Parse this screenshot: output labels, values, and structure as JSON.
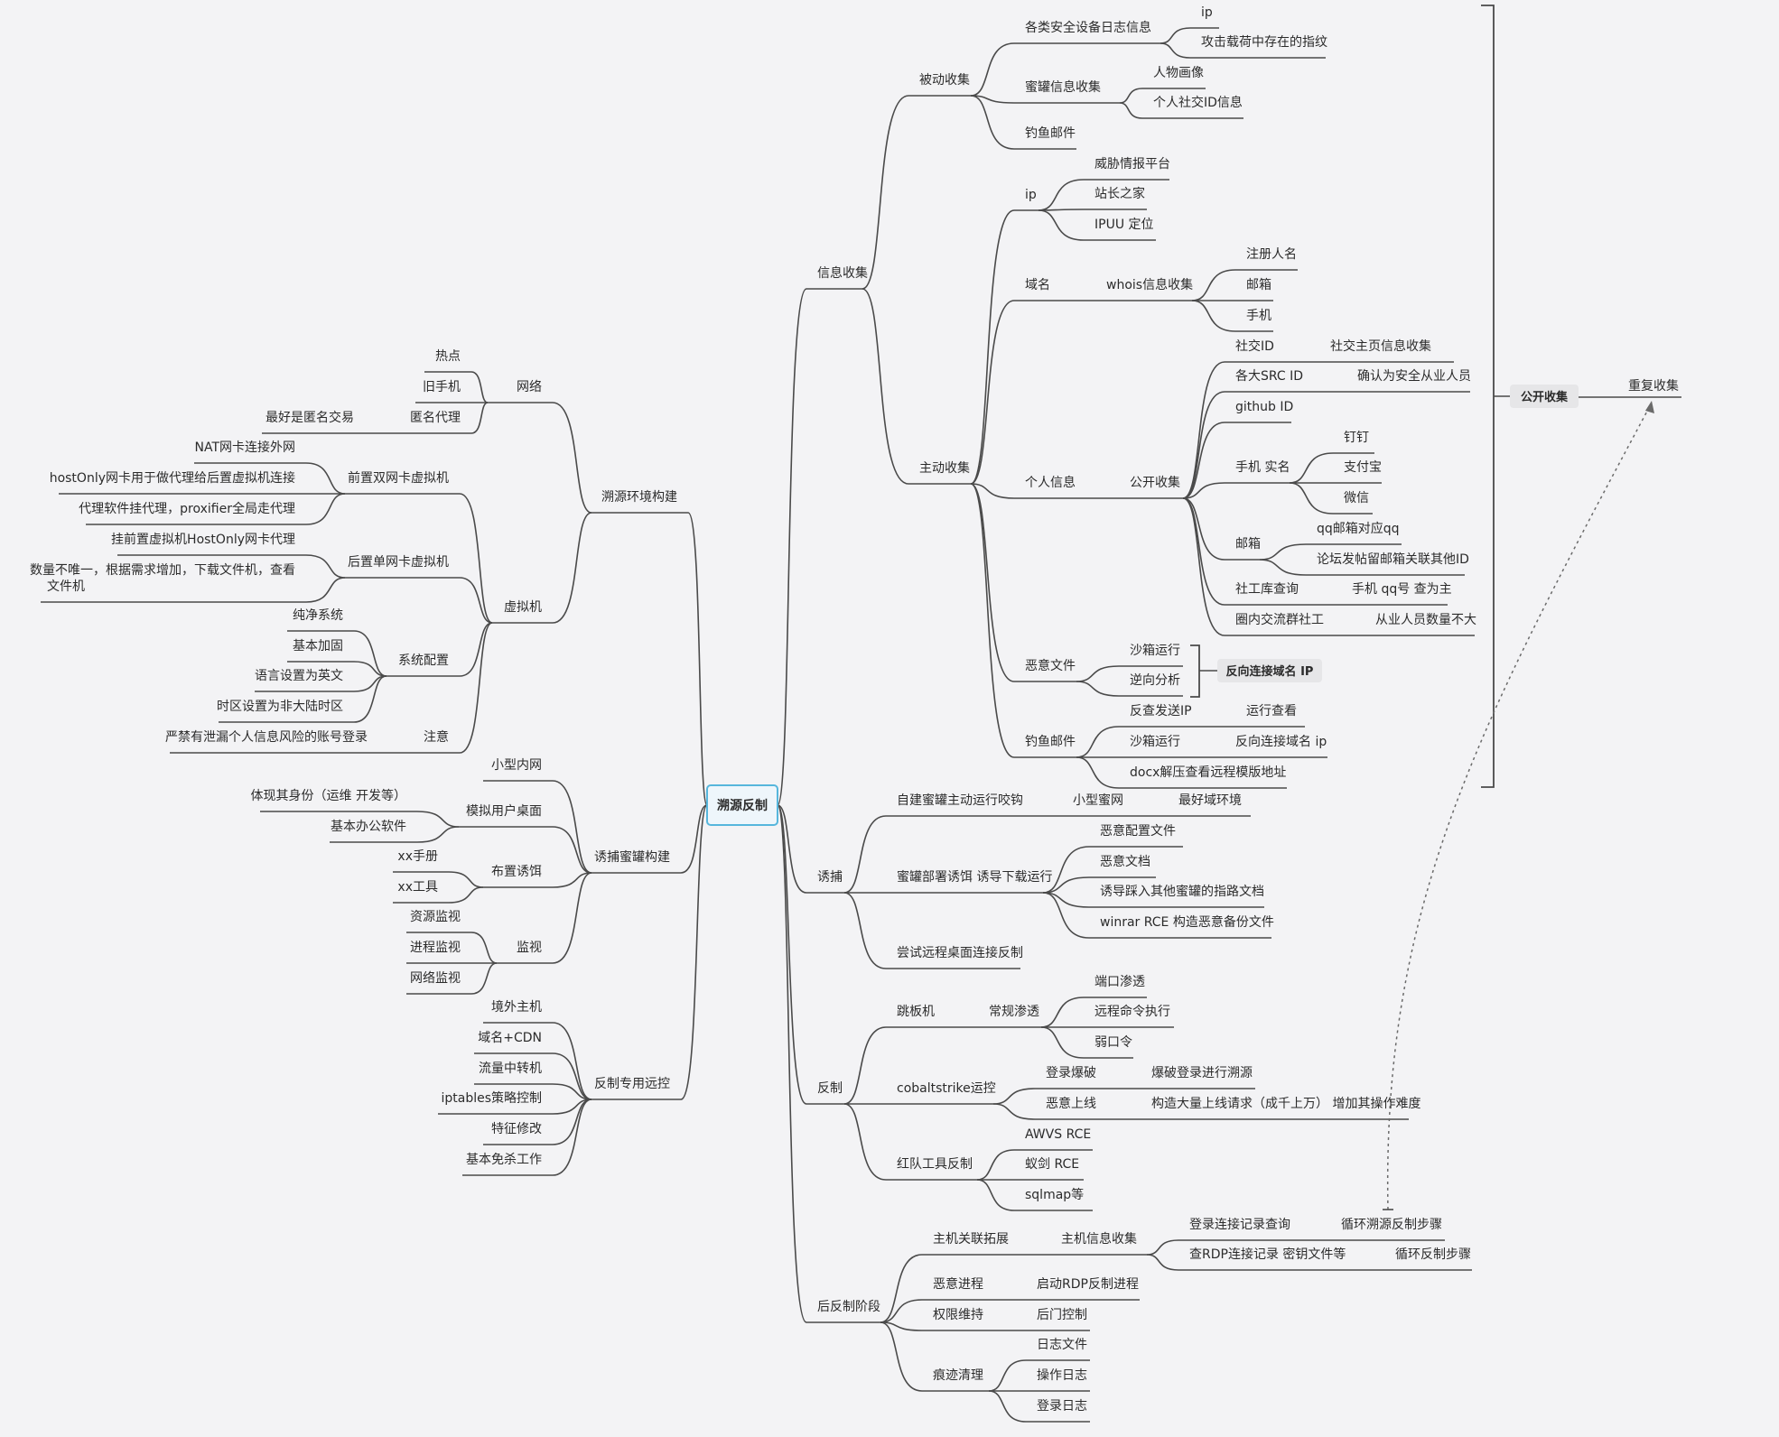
{
  "root": "溯源反制",
  "right": [
    {
      "label": "信息收集",
      "children": [
        {
          "label": "被动收集",
          "children": [
            {
              "label": "各类安全设备日志信息",
              "children": [
                {
                  "label": "ip"
                },
                {
                  "label": "攻击载荷中存在的指纹"
                }
              ]
            },
            {
              "label": "蜜罐信息收集",
              "children": [
                {
                  "label": "人物画像"
                },
                {
                  "label": "个人社交ID信息"
                }
              ]
            },
            {
              "label": "钓鱼邮件"
            }
          ]
        },
        {
          "label": "主动收集",
          "children": [
            {
              "label": "ip",
              "children": [
                {
                  "label": "威胁情报平台"
                },
                {
                  "label": "站长之家"
                },
                {
                  "label": "IPUU 定位"
                }
              ]
            },
            {
              "label": "域名",
              "children": [
                {
                  "label": "whois信息收集",
                  "children": [
                    {
                      "label": "注册人名"
                    },
                    {
                      "label": "邮箱"
                    },
                    {
                      "label": "手机"
                    }
                  ]
                }
              ]
            },
            {
              "label": "个人信息",
              "children": [
                {
                  "label": "公开收集",
                  "children": [
                    {
                      "label": "社交ID",
                      "children": [
                        {
                          "label": "社交主页信息收集"
                        }
                      ]
                    },
                    {
                      "label": "各大SRC ID",
                      "children": [
                        {
                          "label": "确认为安全从业人员"
                        }
                      ]
                    },
                    {
                      "label": "github ID"
                    },
                    {
                      "label": "手机 实名",
                      "children": [
                        {
                          "label": "钉钉"
                        },
                        {
                          "label": "支付宝"
                        },
                        {
                          "label": "微信"
                        }
                      ]
                    },
                    {
                      "label": "邮箱",
                      "children": [
                        {
                          "label": "qq邮箱对应qq"
                        },
                        {
                          "label": "论坛发帖留邮箱关联其他ID"
                        }
                      ]
                    },
                    {
                      "label": "社工库查询",
                      "children": [
                        {
                          "label": "手机 qq号 查为主"
                        }
                      ]
                    },
                    {
                      "label": "圈内交流群社工",
                      "children": [
                        {
                          "label": "从业人员数量不大"
                        }
                      ]
                    }
                  ]
                }
              ]
            },
            {
              "label": "恶意文件",
              "children": [
                {
                  "label": "沙箱运行"
                },
                {
                  "label": "逆向分析"
                }
              ]
            },
            {
              "label": "钓鱼邮件",
              "children": [
                {
                  "label": "反查发送IP",
                  "children": [
                    {
                      "label": "运行查看"
                    }
                  ]
                },
                {
                  "label": "沙箱运行",
                  "children": [
                    {
                      "label": "反向连接域名 ip"
                    }
                  ]
                },
                {
                  "label": "docx解压查看远程模版地址"
                }
              ]
            }
          ]
        }
      ]
    },
    {
      "label": "诱捕",
      "children": [
        {
          "label": "自建蜜罐主动运行咬钩",
          "children": [
            {
              "label": "小型蜜网",
              "children": [
                {
                  "label": "最好域环境"
                }
              ]
            }
          ]
        },
        {
          "label": "蜜罐部署诱饵 诱导下载运行",
          "children": [
            {
              "label": "恶意配置文件"
            },
            {
              "label": "恶意文档"
            },
            {
              "label": "诱导踩入其他蜜罐的指路文档"
            },
            {
              "label": "winrar RCE 构造恶意备份文件"
            }
          ]
        },
        {
          "label": "尝试远程桌面连接反制"
        }
      ]
    },
    {
      "label": "反制",
      "children": [
        {
          "label": "跳板机",
          "children": [
            {
              "label": "常规渗透",
              "children": [
                {
                  "label": "端口渗透"
                },
                {
                  "label": "远程命令执行"
                },
                {
                  "label": "弱口令"
                }
              ]
            }
          ]
        },
        {
          "label": "cobaltstrike运控",
          "children": [
            {
              "label": "登录爆破",
              "children": [
                {
                  "label": "爆破登录进行溯源"
                }
              ]
            },
            {
              "label": "恶意上线",
              "children": [
                {
                  "label": "构造大量上线请求（成千上万） 增加其操作难度"
                }
              ]
            }
          ]
        },
        {
          "label": "红队工具反制",
          "children": [
            {
              "label": "AWVS RCE"
            },
            {
              "label": "蚁剑 RCE"
            },
            {
              "label": "sqlmap等"
            }
          ]
        }
      ]
    },
    {
      "label": "后反制阶段",
      "children": [
        {
          "label": "主机关联拓展",
          "children": [
            {
              "label": "主机信息收集",
              "children": [
                {
                  "label": "登录连接记录查询",
                  "children": [
                    {
                      "label": "循环溯源反制步骤"
                    }
                  ]
                },
                {
                  "label": "查RDP连接记录 密钥文件等",
                  "children": [
                    {
                      "label": "循环反制步骤"
                    }
                  ]
                }
              ]
            }
          ]
        },
        {
          "label": "恶意进程",
          "children": [
            {
              "label": "启动RDP反制进程"
            }
          ]
        },
        {
          "label": "权限维持",
          "children": [
            {
              "label": "后门控制"
            }
          ]
        },
        {
          "label": "痕迹清理",
          "children": [
            {
              "label": "日志文件"
            },
            {
              "label": "操作日志"
            },
            {
              "label": "登录日志"
            }
          ]
        }
      ]
    }
  ],
  "left": [
    {
      "label": "溯源环境构建",
      "children": [
        {
          "label": "网络",
          "children": [
            {
              "label": "热点"
            },
            {
              "label": "旧手机"
            },
            {
              "label": "匿名代理",
              "children": [
                {
                  "label": "最好是匿名交易"
                }
              ]
            }
          ]
        },
        {
          "label": "虚拟机",
          "children": [
            {
              "label": "前置双网卡虚拟机",
              "children": [
                {
                  "label": "NAT网卡连接外网"
                },
                {
                  "label": "hostOnly网卡用于做代理给后置虚拟机连接"
                },
                {
                  "label": "代理软件挂代理，proxifier全局走代理"
                }
              ]
            },
            {
              "label": "后置单网卡虚拟机",
              "children": [
                {
                  "label": "挂前置虚拟机HostOnly网卡代理"
                },
                {
                  "label": "数量不唯一，根据需求增加，下载文件机，查看",
                  "label2": "文件机"
                }
              ]
            },
            {
              "label": "系统配置",
              "children": [
                {
                  "label": "纯净系统"
                },
                {
                  "label": "基本加固"
                },
                {
                  "label": "语言设置为英文"
                },
                {
                  "label": "时区设置为非大陆时区"
                }
              ]
            },
            {
              "label": "注意",
              "children": [
                {
                  "label": "严禁有泄漏个人信息风险的账号登录"
                }
              ]
            }
          ]
        }
      ]
    },
    {
      "label": "诱捕蜜罐构建",
      "children": [
        {
          "label": "小型内网"
        },
        {
          "label": "模拟用户桌面",
          "children": [
            {
              "label": "体现其身份（运维 开发等）"
            },
            {
              "label": "基本办公软件"
            }
          ]
        },
        {
          "label": "布置诱饵",
          "children": [
            {
              "label": "xx手册"
            },
            {
              "label": "xx工具"
            }
          ]
        },
        {
          "label": "监视",
          "children": [
            {
              "label": "资源监视"
            },
            {
              "label": "进程监视"
            },
            {
              "label": "网络监视"
            }
          ]
        }
      ]
    },
    {
      "label": "反制专用远控",
      "children": [
        {
          "label": "境外主机"
        },
        {
          "label": "域名+CDN"
        },
        {
          "label": "流量中转机"
        },
        {
          "label": "iptables策略控制"
        },
        {
          "label": "特征修改"
        },
        {
          "label": "基本免杀工作"
        }
      ]
    }
  ],
  "summaries": {
    "public_collect": "公开收集",
    "reverse_ip": "反向连接域名 IP",
    "repeat": "重复收集"
  },
  "colors": {
    "line": "#4a4a4a",
    "root_fill": "#eef6fb",
    "root_border": "#56b6dc",
    "summary_fill": "#e6e6e8",
    "background": "#f3f3f5"
  }
}
